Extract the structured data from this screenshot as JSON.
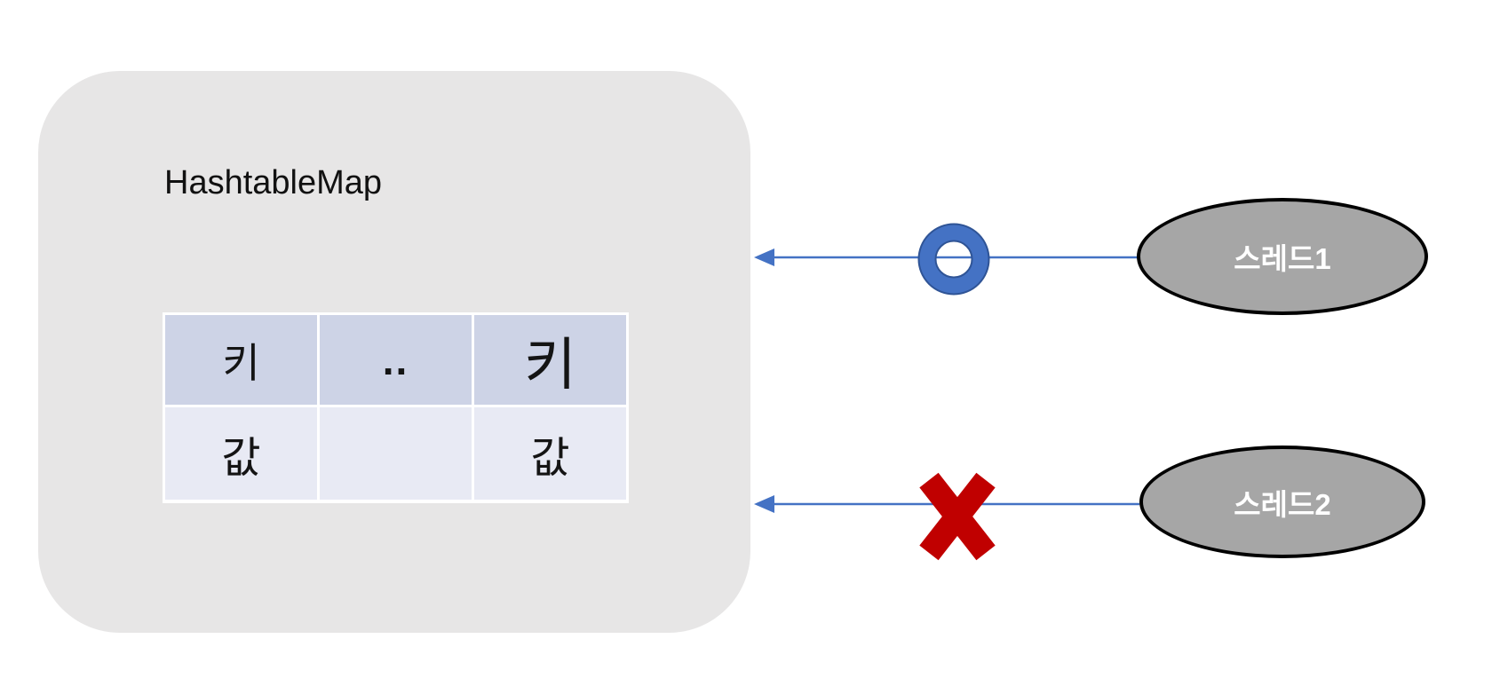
{
  "diagram": {
    "description": "HashtableMap thread-safety diagram: thread1 access allowed (O), thread2 access blocked (X)",
    "box": {
      "title": "HashtableMap"
    },
    "table": {
      "rows": [
        {
          "cells": [
            "키",
            "..",
            "키"
          ]
        },
        {
          "cells": [
            "값",
            "",
            "값"
          ]
        }
      ]
    },
    "threads": [
      {
        "label": "스레드1",
        "marker": "o-allowed"
      },
      {
        "label": "스레드2",
        "marker": "x-blocked"
      }
    ],
    "colors": {
      "box_background": "#E7E6E6",
      "table_header_fill": "#CDD3E6",
      "table_body_fill": "#E8EAF4",
      "arrow_blue": "#4472C4",
      "marker_ring_outline": "#2F5496",
      "blocked_red": "#C00000",
      "ellipse_fill": "#A6A6A6",
      "ellipse_border": "#000000",
      "ellipse_text": "#FFFFFF"
    }
  }
}
